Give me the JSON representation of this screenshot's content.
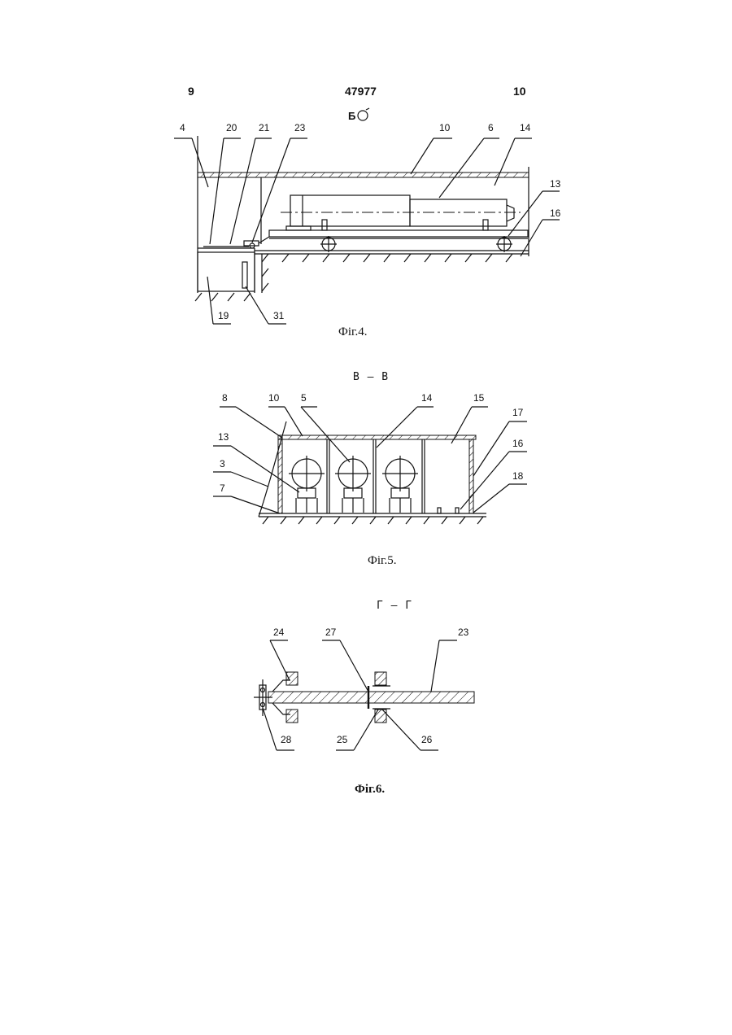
{
  "header": {
    "left_page": "9",
    "doc_number": "47977",
    "right_page": "10"
  },
  "fig4": {
    "view_label": "Б",
    "caption": "Фiг.4.",
    "labels": [
      "4",
      "20",
      "21",
      "23",
      "10",
      "6",
      "14",
      "13",
      "16",
      "19",
      "31"
    ]
  },
  "fig5": {
    "section_label": "В – В",
    "caption": "Фiг.5.",
    "labels": [
      "8",
      "10",
      "5",
      "14",
      "15",
      "13",
      "3",
      "7",
      "17",
      "16",
      "18"
    ]
  },
  "fig6": {
    "section_label": "Г – Г",
    "caption": "Фiг.6.",
    "labels": [
      "24",
      "27",
      "23",
      "28",
      "25",
      "26"
    ]
  }
}
